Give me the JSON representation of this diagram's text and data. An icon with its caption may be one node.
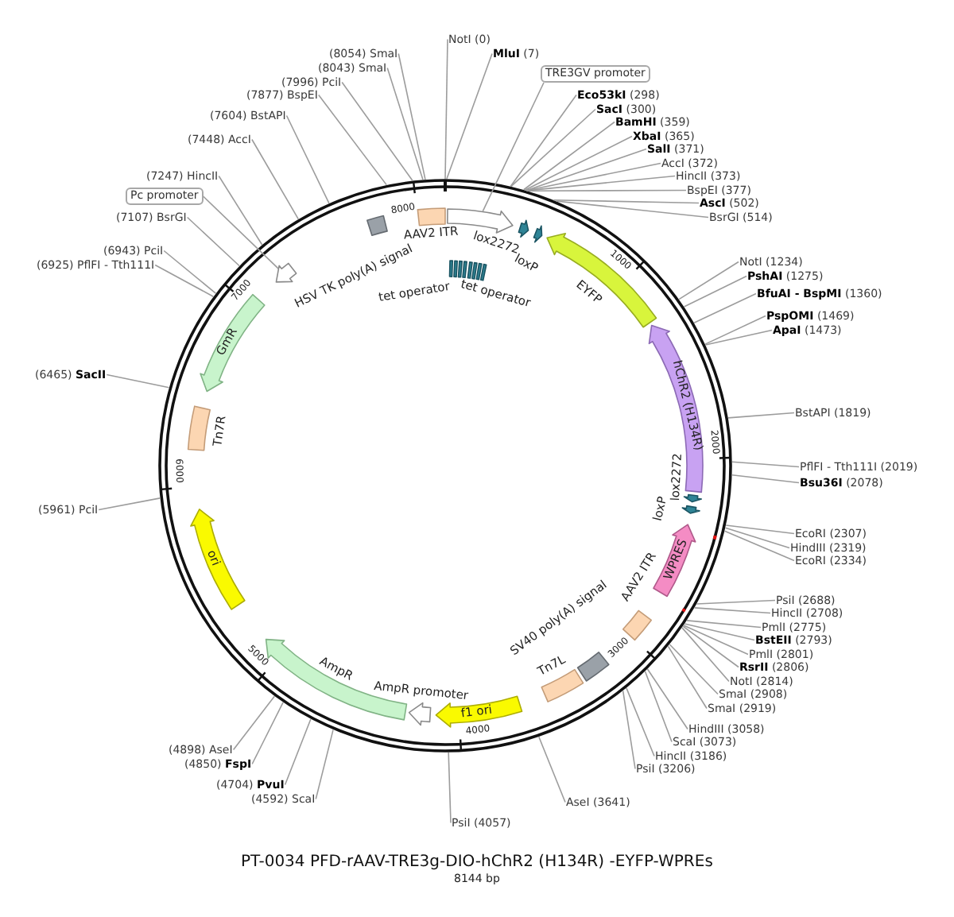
{
  "diagram": {
    "title": "PT-0034 PFD-rAAV-TRE3g-DIO-hChR2 (H134R) -EYFP-WPREs",
    "caption": "8144 bp",
    "nodes": [
      {
        "text": [
          "AAV2 ITR"
        ]
      },
      {
        "text": [],
        "shape": "arrow"
      },
      {
        "text": [
          "TRE3GV promoter"
        ]
      },
      {
        "text": [
          "tet operator"
        ]
      },
      {
        "text": [
          "tet operator"
        ]
      },
      {
        "text": [
          "lox2272"
        ]
      },
      {
        "text": [
          "loxP"
        ]
      },
      {
        "text": [
          "EYFP"
        ]
      },
      {
        "text": [
          "hChR2 (H134R)"
        ]
      },
      {
        "text": [
          "lox2272"
        ]
      },
      {
        "text": [
          "loxP"
        ]
      },
      {
        "text": [
          "WPRES"
        ]
      },
      {
        "text": [
          "AAV2 ITR"
        ]
      },
      {
        "text": [
          "SV40 poly(A) signal"
        ]
      },
      {
        "text": [
          "Tn7L"
        ]
      },
      {
        "text": [
          "f1 ori"
        ]
      },
      {
        "text": [
          "AmpR promoter"
        ]
      },
      {
        "text": [
          "AmpR"
        ]
      },
      {
        "text": [
          "ori"
        ]
      },
      {
        "text": [
          "Tn7R"
        ]
      },
      {
        "text": [
          "GmR"
        ]
      },
      {
        "text": [],
        "shape": "arrow"
      },
      {
        "text": [
          "Pc promoter"
        ]
      },
      {
        "text": [
          "HSV TK poly(A) signal"
        ]
      },
      {
        "text": [
          "NotI (0)"
        ]
      },
      {
        "text": [
          "**MluI** (7)"
        ]
      },
      {
        "text": [
          "**Eco53kI** (298)"
        ]
      },
      {
        "text": [
          "**SacI** (300)"
        ]
      },
      {
        "text": [
          "**BamHI** (359)"
        ]
      },
      {
        "text": [
          "**XbaI** (365)"
        ]
      },
      {
        "text": [
          "**SalI** (371)"
        ]
      },
      {
        "text": [
          "AccI (372)"
        ]
      },
      {
        "text": [
          "HincII (373)"
        ]
      },
      {
        "text": [
          "BspEI (377)"
        ]
      },
      {
        "text": [
          "**AscI** (502)"
        ]
      },
      {
        "text": [
          "BsrGI (514)"
        ]
      },
      {
        "text": [
          "NotI (1234)"
        ]
      },
      {
        "text": [
          "**PshAI** (1275)"
        ]
      },
      {
        "text": [
          "**BfuAI - BspMI** (1360)"
        ]
      },
      {
        "text": [
          "**PspOMI** (1469)"
        ]
      },
      {
        "text": [
          "**ApaI** (1473)"
        ]
      },
      {
        "text": [
          "BstAPI (1819)"
        ]
      },
      {
        "text": [
          "PflFI - Tth111I (2019)"
        ]
      },
      {
        "text": [
          "**Bsu36I** (2078)"
        ]
      },
      {
        "text": [
          "EcoRI (2307)"
        ]
      },
      {
        "text": [
          "HindIII (2319)"
        ]
      },
      {
        "text": [
          "EcoRI (2334)"
        ]
      },
      {
        "text": [
          "PsiI (2688)"
        ]
      },
      {
        "text": [
          "HincII (2708)"
        ]
      },
      {
        "text": [
          "PmlI (2775)"
        ]
      },
      {
        "text": [
          "**BstEII** (2793)"
        ]
      },
      {
        "text": [
          "PmlI (2801)"
        ]
      },
      {
        "text": [
          "**RsrII** (2806)"
        ]
      },
      {
        "text": [
          "NotI (2814)"
        ]
      },
      {
        "text": [
          "SmaI (2908)"
        ]
      },
      {
        "text": [
          "SmaI (2919)"
        ]
      },
      {
        "text": [
          "HindIII (3058)"
        ]
      },
      {
        "text": [
          "ScaI (3073)"
        ]
      },
      {
        "text": [
          "HincII (3186)"
        ]
      },
      {
        "text": [
          "PsiI (3206)"
        ]
      },
      {
        "text": [
          "AseI (3641)"
        ]
      },
      {
        "text": [
          "PsiI (4057)"
        ]
      },
      {
        "text": [
          "(4592) ScaI"
        ]
      },
      {
        "text": [
          "(4704) **PvuI**"
        ]
      },
      {
        "text": [
          "(4850) **FspI**"
        ]
      },
      {
        "text": [
          "(4898) AseI"
        ]
      },
      {
        "text": [
          "(5961) PciI"
        ]
      },
      {
        "text": [
          "(6465) **SacII**"
        ]
      },
      {
        "text": [
          "(6925) PflFI - Tth111I"
        ]
      },
      {
        "text": [
          "(6943) PciI"
        ]
      },
      {
        "text": [
          "(7107) BsrGI"
        ]
      },
      {
        "text": [
          "(7247) HincII"
        ]
      },
      {
        "text": [
          "(7448) AccI"
        ]
      },
      {
        "text": [
          "(7604) BstAPI"
        ]
      },
      {
        "text": [
          "(7877) BspEI"
        ]
      },
      {
        "text": [
          "(7996) PciI"
        ]
      },
      {
        "text": [
          "(8043) SmaI"
        ]
      },
      {
        "text": [
          "(8054) SmaI"
        ]
      }
    ],
    "edges": [
      {
        "from": 2,
        "to": 1,
        "arrow": "none"
      },
      {
        "from": 22,
        "to": 21,
        "arrow": "none"
      },
      {
        "from": 24,
        "to": null,
        "arrow": "none"
      },
      {
        "from": 25,
        "to": null,
        "arrow": "none"
      },
      {
        "from": 26,
        "to": null,
        "arrow": "none"
      },
      {
        "from": 27,
        "to": null,
        "arrow": "none"
      },
      {
        "from": 28,
        "to": null,
        "arrow": "none"
      },
      {
        "from": 29,
        "to": null,
        "arrow": "none"
      },
      {
        "from": 30,
        "to": null,
        "arrow": "none"
      },
      {
        "from": 31,
        "to": null,
        "arrow": "none"
      },
      {
        "from": 32,
        "to": null,
        "arrow": "none"
      },
      {
        "from": 33,
        "to": null,
        "arrow": "none"
      },
      {
        "from": 34,
        "to": null,
        "arrow": "none"
      },
      {
        "from": 35,
        "to": null,
        "arrow": "none"
      },
      {
        "from": 36,
        "to": null,
        "arrow": "none"
      },
      {
        "from": 37,
        "to": null,
        "arrow": "none"
      },
      {
        "from": 38,
        "to": null,
        "arrow": "none"
      },
      {
        "from": 39,
        "to": null,
        "arrow": "none"
      },
      {
        "from": 40,
        "to": null,
        "arrow": "none"
      },
      {
        "from": 41,
        "to": null,
        "arrow": "none"
      },
      {
        "from": 42,
        "to": null,
        "arrow": "none"
      },
      {
        "from": 43,
        "to": null,
        "arrow": "none"
      },
      {
        "from": 44,
        "to": null,
        "arrow": "none"
      },
      {
        "from": 45,
        "to": null,
        "arrow": "none"
      },
      {
        "from": 46,
        "to": null,
        "arrow": "none"
      },
      {
        "from": 47,
        "to": null,
        "arrow": "none"
      },
      {
        "from": 48,
        "to": null,
        "arrow": "none"
      },
      {
        "from": 49,
        "to": null,
        "arrow": "none"
      },
      {
        "from": 50,
        "to": null,
        "arrow": "none"
      },
      {
        "from": 51,
        "to": null,
        "arrow": "none"
      },
      {
        "from": 52,
        "to": null,
        "arrow": "none"
      },
      {
        "from": 53,
        "to": null,
        "arrow": "none"
      },
      {
        "from": 54,
        "to": null,
        "arrow": "none"
      },
      {
        "from": 55,
        "to": null,
        "arrow": "none"
      },
      {
        "from": 56,
        "to": null,
        "arrow": "none"
      },
      {
        "from": 57,
        "to": null,
        "arrow": "none"
      },
      {
        "from": 58,
        "to": null,
        "arrow": "none"
      },
      {
        "from": 59,
        "to": null,
        "arrow": "none"
      },
      {
        "from": 60,
        "to": null,
        "arrow": "none"
      },
      {
        "from": 61,
        "to": null,
        "arrow": "none"
      },
      {
        "from": 62,
        "to": null,
        "arrow": "none"
      },
      {
        "from": 63,
        "to": null,
        "arrow": "none"
      },
      {
        "from": 64,
        "to": null,
        "arrow": "none"
      },
      {
        "from": 65,
        "to": null,
        "arrow": "none"
      },
      {
        "from": 66,
        "to": null,
        "arrow": "none"
      },
      {
        "from": 67,
        "to": null,
        "arrow": "none"
      },
      {
        "from": 68,
        "to": null,
        "arrow": "none"
      },
      {
        "from": 69,
        "to": null,
        "arrow": "none"
      },
      {
        "from": 70,
        "to": null,
        "arrow": "none"
      },
      {
        "from": 71,
        "to": null,
        "arrow": "none"
      },
      {
        "from": 72,
        "to": null,
        "arrow": "none"
      },
      {
        "from": 73,
        "to": null,
        "arrow": "none"
      },
      {
        "from": 74,
        "to": null,
        "arrow": "none"
      },
      {
        "from": 75,
        "to": null,
        "arrow": "none"
      },
      {
        "from": 76,
        "to": null,
        "arrow": "none"
      },
      {
        "from": 77,
        "to": null,
        "arrow": "none"
      }
    ],
    "labels": [
      "1000",
      "2000",
      "3000",
      "4000",
      "5000",
      "6000",
      "7000",
      "8000"
    ]
  }
}
